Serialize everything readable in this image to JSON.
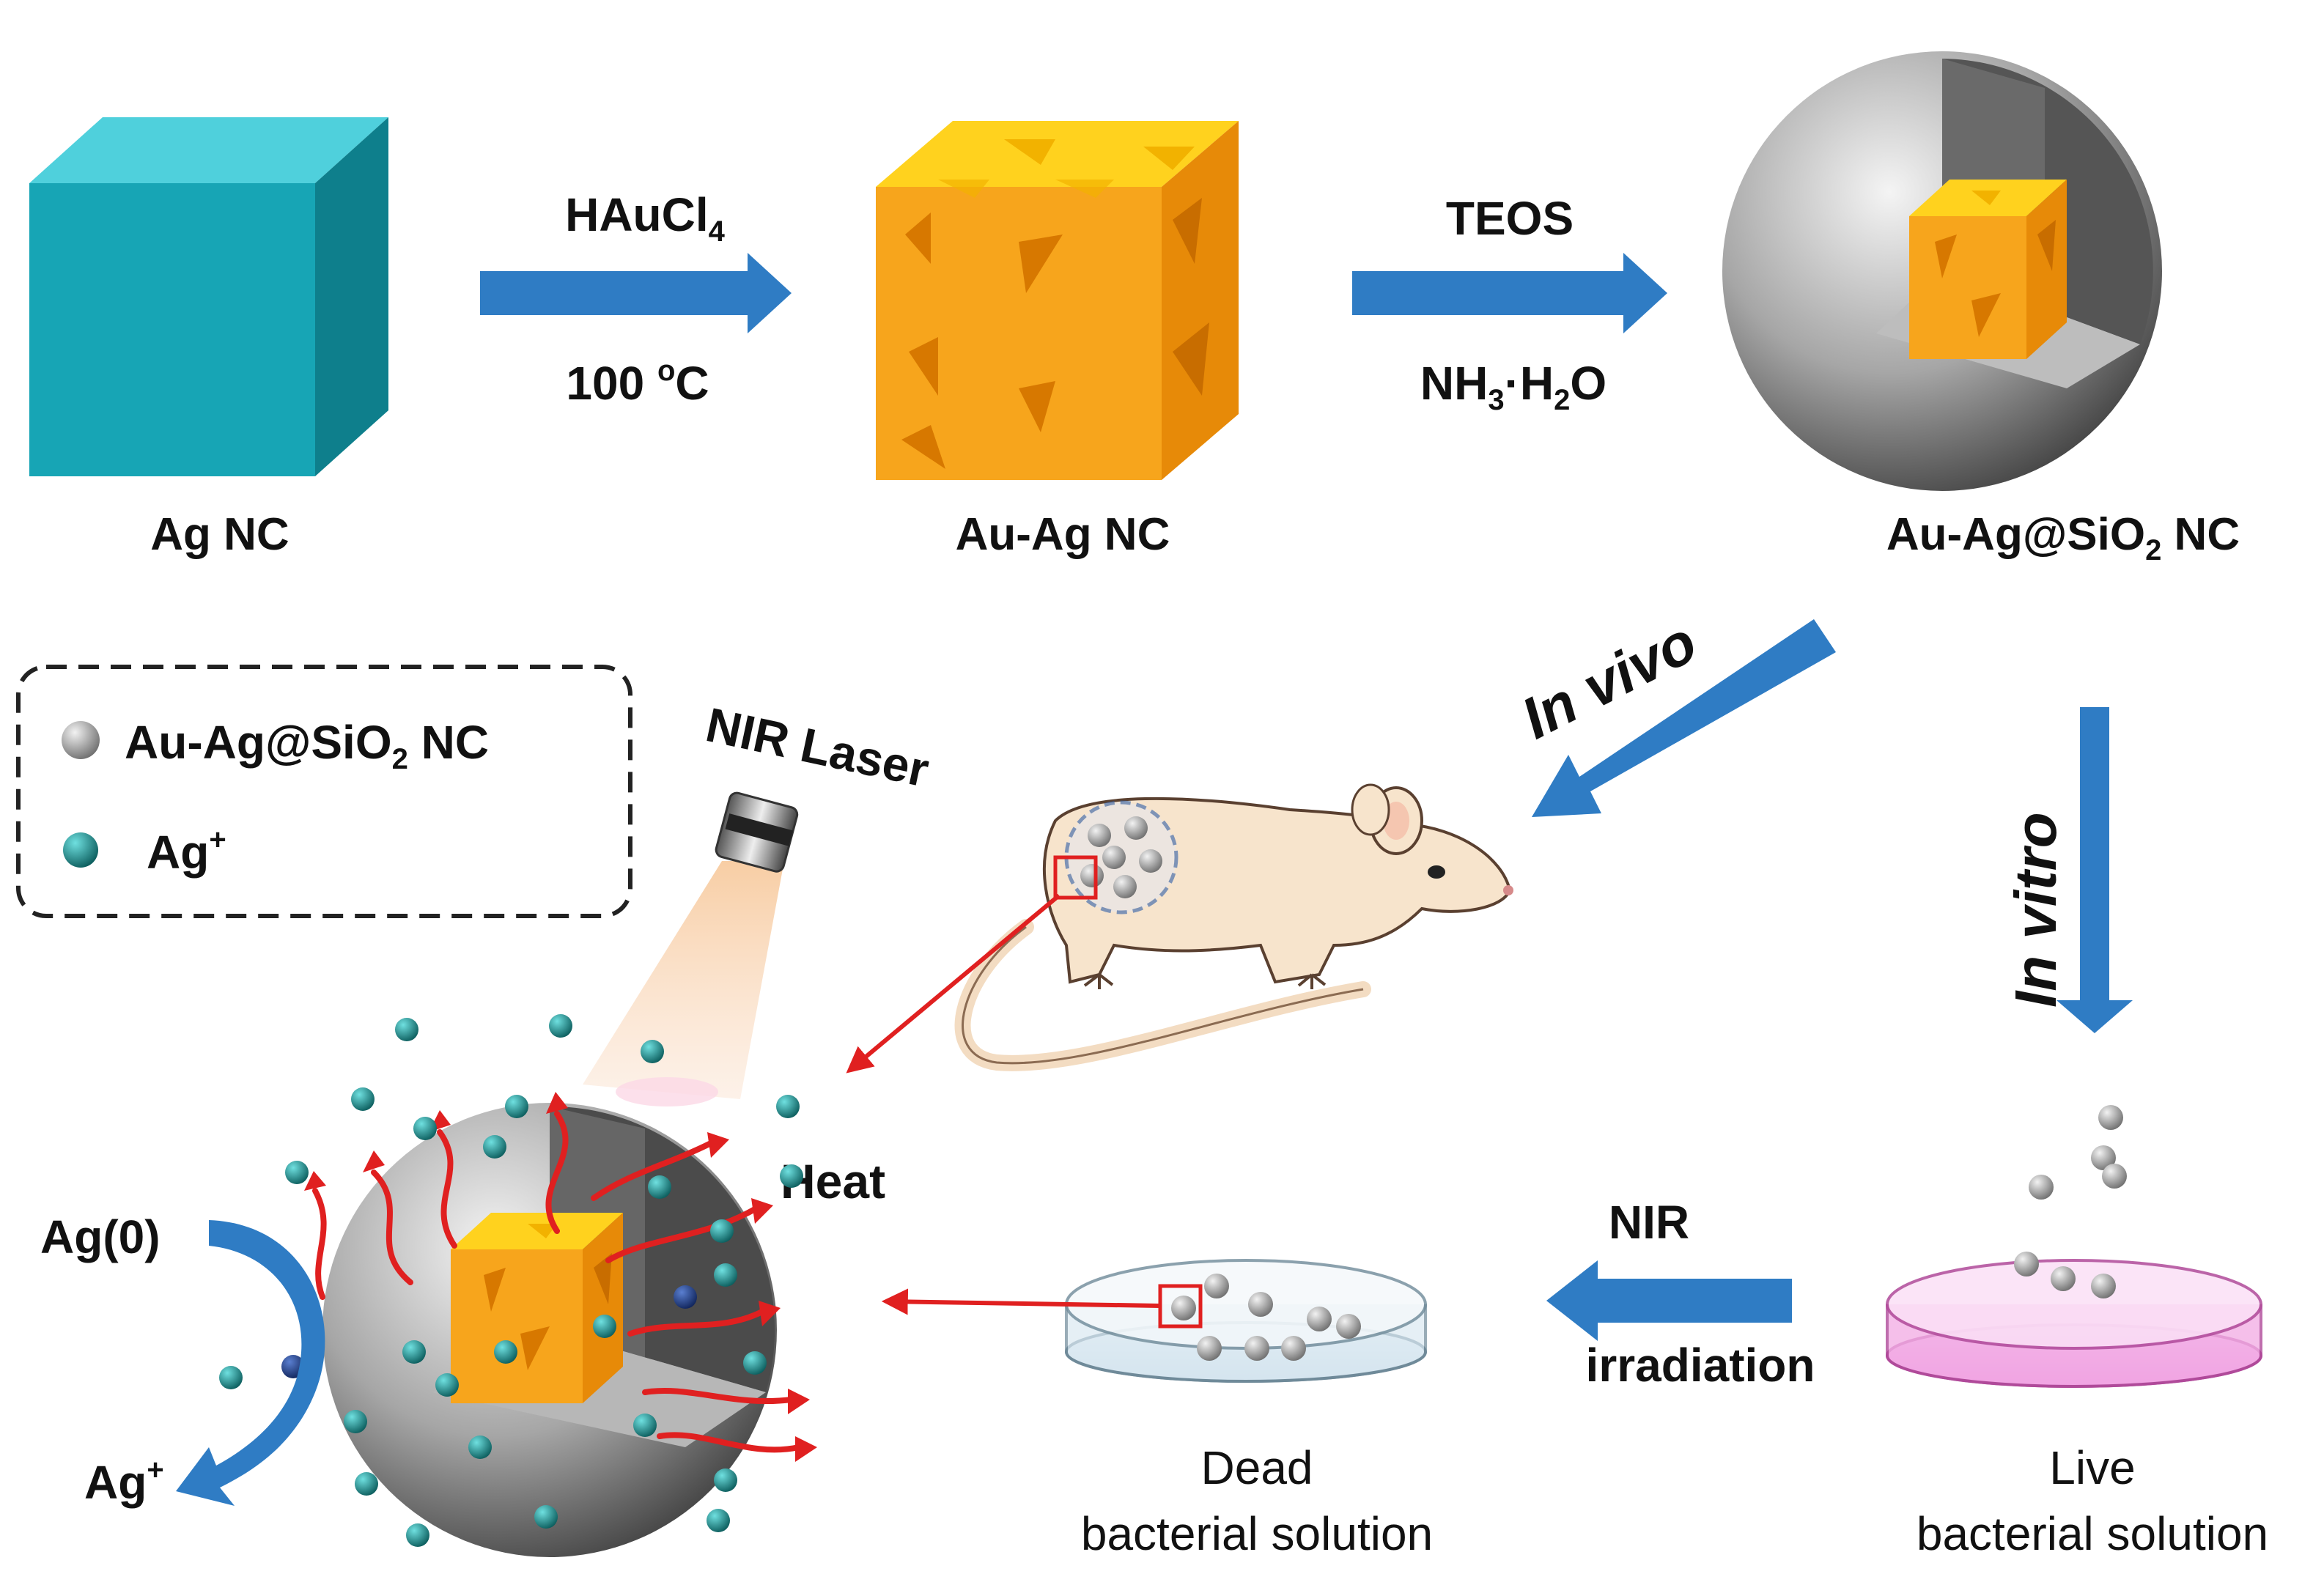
{
  "stage1": {
    "label": "Ag NC"
  },
  "step1": {
    "reagent_main": "HAuCl",
    "reagent_sub": "4",
    "condition_num": "100 ",
    "condition_sup": "o",
    "condition_unit": "C"
  },
  "stage2": {
    "label": "Au-Ag NC"
  },
  "step2": {
    "reagent": "TEOS",
    "condition_a": "NH",
    "condition_a_sub": "3",
    "condition_b": "·H",
    "condition_b_sub": "2",
    "condition_c": "O"
  },
  "stage3": {
    "label_a": "Au-Ag@SiO",
    "label_sub": "2",
    "label_b": " NC"
  },
  "route_in_vivo": "In vivo",
  "route_in_vitro": "In vitro",
  "legend": {
    "item1_a": "Au-Ag@SiO",
    "item1_sub": "2",
    "item1_b": " NC",
    "item2_a": "Ag",
    "item2_sup": "+"
  },
  "laser_label": "NIR Laser",
  "heat_label": "Heat",
  "release": {
    "from": "Ag(0)",
    "to_a": "Ag",
    "to_sup": "+"
  },
  "nir_step": {
    "line1": "NIR",
    "line2": "irradiation"
  },
  "dish_dead": {
    "line1": "Dead",
    "line2": "bacterial solution"
  },
  "dish_live": {
    "line1": "Live",
    "line2": "bacterial solution"
  },
  "colors": {
    "ag_cube": "#1aa8b8",
    "gold": "#f7a51c",
    "arrow_blue": "#2f7cc4",
    "red": "#e02020",
    "silica": "#8a8a8a",
    "ion": "#148a8a",
    "pink": "#f0a0e0",
    "mouse": "#f7e4cc"
  }
}
